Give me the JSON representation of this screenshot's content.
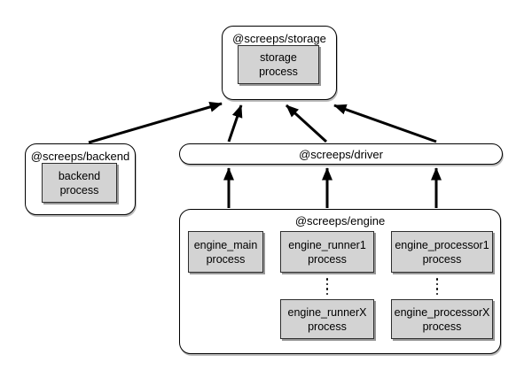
{
  "diagram": {
    "nodes": {
      "storage": {
        "label": "@screeps/storage",
        "process": "storage\nprocess"
      },
      "backend": {
        "label": "@screeps/backend",
        "process": "backend\nprocess"
      },
      "driver": {
        "label": "@screeps/driver"
      },
      "engine": {
        "label": "@screeps/engine",
        "main": "engine_main\nprocess",
        "runner1": "engine_runner1\nprocess",
        "runnerX": "engine_runnerX\nprocess",
        "processor1": "engine_processor1\nprocess",
        "processorX": "engine_processorX\nprocess"
      }
    },
    "edges": [
      {
        "from": "backend",
        "to": "storage"
      },
      {
        "from": "driver",
        "to": "storage"
      },
      {
        "from": "driver",
        "to": "storage"
      },
      {
        "from": "driver",
        "to": "storage"
      },
      {
        "from": "engine",
        "to": "driver"
      },
      {
        "from": "engine",
        "to": "driver"
      },
      {
        "from": "engine",
        "to": "driver"
      }
    ],
    "colors": {
      "process_fill": "#d3d3d3",
      "border": "#000000",
      "background": "#ffffff",
      "arrow": "#000000"
    }
  }
}
